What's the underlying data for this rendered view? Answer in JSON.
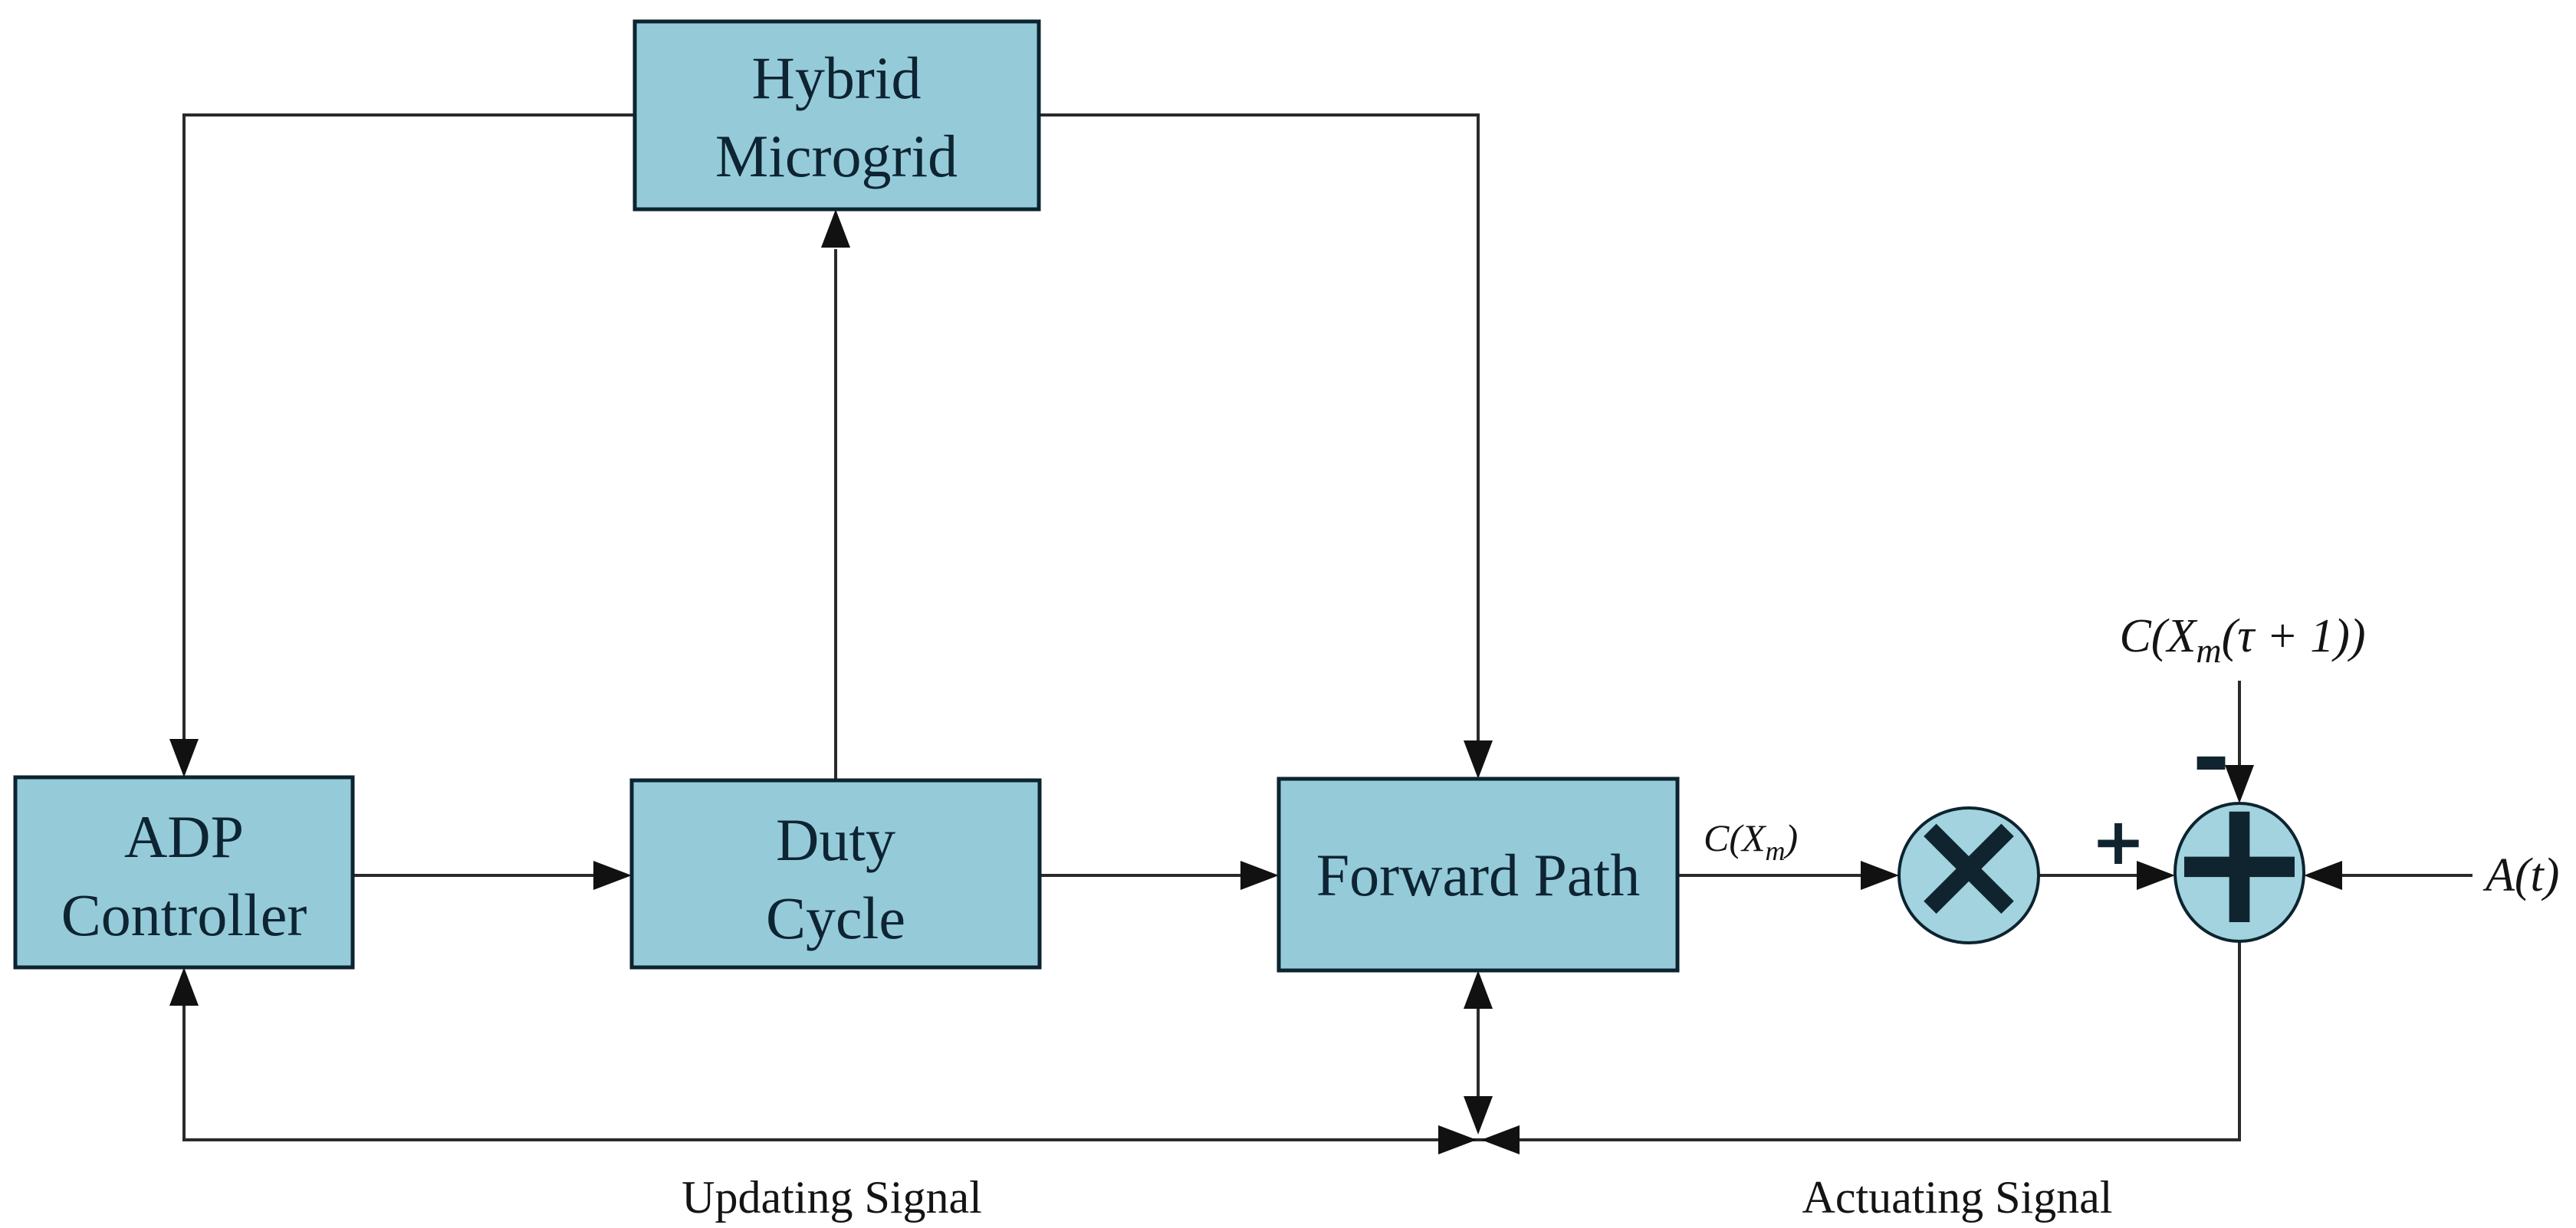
{
  "colors": {
    "box_fill": "#95cbd9",
    "ellipse_fill": "#a2d3df",
    "box_border": "#0c2430",
    "line_color": "#2a2a2a",
    "arrow_color": "#111111",
    "node_text": "#0e2433",
    "label_text": "#141414",
    "symbol_color": "#10242f",
    "bg": "#ffffff"
  },
  "nodes": {
    "hybrid_microgrid": {
      "line1": "Hybrid",
      "line2": "Microgrid"
    },
    "adp_controller": {
      "line1": "ADP",
      "line2": "Controller"
    },
    "duty_cycle": {
      "line1": "Duty",
      "line2": "Cycle"
    },
    "forward_path": {
      "label": "Forward Path"
    },
    "multiplier": {
      "symbol": "×"
    },
    "summing_junction": {
      "symbol": "+"
    }
  },
  "labels": {
    "c_xm": {
      "pre": "C(X",
      "sub": "m",
      "post": ")"
    },
    "c_xm_tau": {
      "pre": "C(X",
      "sub": "m",
      "post": "(τ + 1))"
    },
    "a_t": "A(t)",
    "plus_sign": "+",
    "minus_sign": "-",
    "updating_signal": "Updating Signal",
    "actuating_signal": "Actuating Signal"
  }
}
